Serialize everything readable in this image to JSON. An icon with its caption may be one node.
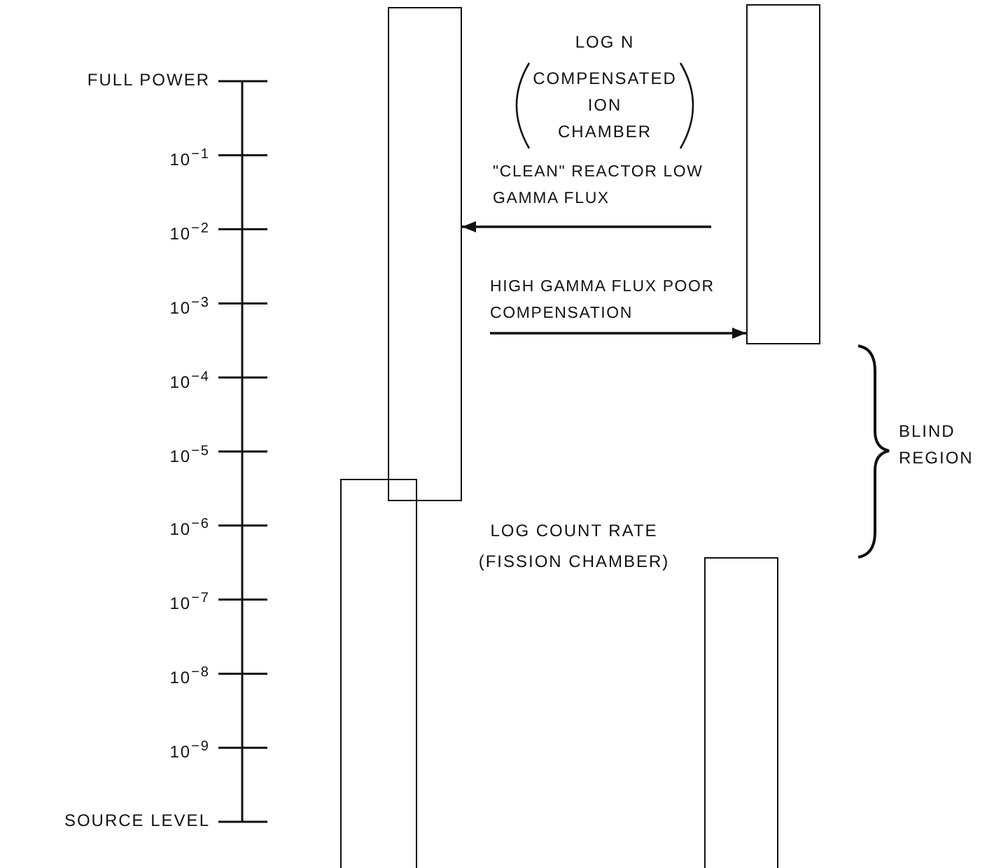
{
  "diagram": {
    "nodes": [
      {
        "text": [],
        "shape": "bar"
      },
      {
        "text": [],
        "shape": "bar"
      },
      {
        "text": [],
        "shape": "bar"
      },
      {
        "text": [],
        "shape": "bar"
      },
      {
        "text": [
          "\"CLEAN\" REACTOR LOW GAMMA FLUX"
        ]
      },
      {
        "text": [
          "HIGH GAMMA FLUX POOR COMPENSATION"
        ]
      }
    ],
    "edges": [
      {
        "from": 4,
        "to": 0,
        "arrow": "to"
      },
      {
        "from": 5,
        "to": 1,
        "arrow": "to"
      }
    ],
    "labels": [
      "FULL POWER",
      "10$^{−1}$",
      "10$^{−2}$",
      "10$^{−3}$",
      "10$^{−4}$",
      "10$^{−5}$",
      "10$^{−6}$",
      "10$^{−7}$",
      "10$^{−8}$",
      "10$^{−9}$",
      "SOURCE LEVEL",
      "LOG N",
      "COMPENSATED ION CHAMBER",
      "LOG COUNT RATE",
      "(FISSION CHAMBER)",
      "BLIND REGION"
    ]
  }
}
